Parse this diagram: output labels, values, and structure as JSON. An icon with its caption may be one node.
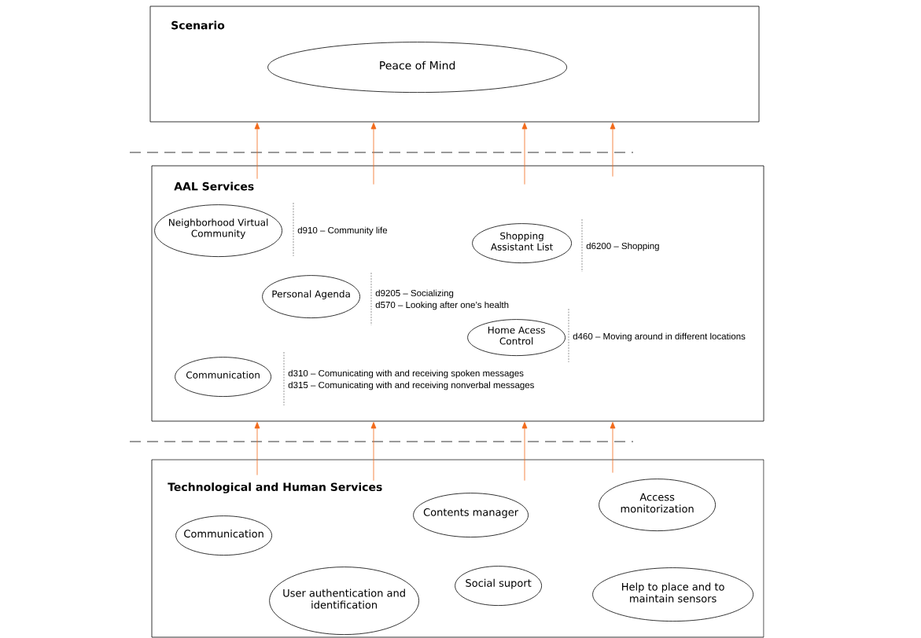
{
  "diagram": {
    "nodes": [
      {
        "text": [
          "Scenario"
        ]
      },
      {
        "text": [
          "Peace of Mind"
        ],
        "in": 0
      },
      {
        "text": [
          "AAL Services"
        ]
      },
      {
        "text": [
          "Neighborhood Virtual Community"
        ],
        "in": 2,
        "beside": [
          "d910 – Community life"
        ]
      },
      {
        "text": [
          "Shopping Assistant List"
        ],
        "in": 2,
        "beside": [
          "d6200 – Shopping"
        ]
      },
      {
        "text": [
          "Personal Agenda"
        ],
        "in": 2,
        "beside": [
          "d9205 – Socializing",
          "d570 – Looking after one’s health"
        ]
      },
      {
        "text": [
          "Home Acess Control"
        ],
        "in": 2,
        "beside": [
          "d460 – Moving around in different locations"
        ]
      },
      {
        "text": [
          "Communication"
        ],
        "in": 2,
        "beside": [
          "d310 – Comunicating with and receiving spoken messages",
          "d315 – Comunicating with and receiving nonverbal messages"
        ]
      },
      {
        "text": [
          "Technological and Human Services"
        ]
      },
      {
        "text": [
          "Contents manager"
        ],
        "in": 8
      },
      {
        "text": [
          "Access monitorization"
        ],
        "in": 8
      },
      {
        "text": [
          "Communication"
        ],
        "in": 8
      },
      {
        "text": [
          "Social suport"
        ],
        "in": 8
      },
      {
        "text": [
          "User authentication and identification"
        ],
        "in": 8
      },
      {
        "text": [
          "Help to place and to maintain sensors"
        ],
        "in": 8
      }
    ],
    "edges": [
      {
        "from": 2,
        "to": 0,
        "arrow": "to"
      },
      {
        "from": 2,
        "to": 0,
        "arrow": "to"
      },
      {
        "from": 2,
        "to": 0,
        "arrow": "to"
      },
      {
        "from": 2,
        "to": 0,
        "arrow": "to"
      },
      {
        "from": 8,
        "to": 2,
        "arrow": "to"
      },
      {
        "from": 8,
        "to": 2,
        "arrow": "to"
      },
      {
        "from": 8,
        "to": 2,
        "arrow": "to"
      },
      {
        "from": 8,
        "to": 2,
        "arrow": "to"
      }
    ]
  }
}
